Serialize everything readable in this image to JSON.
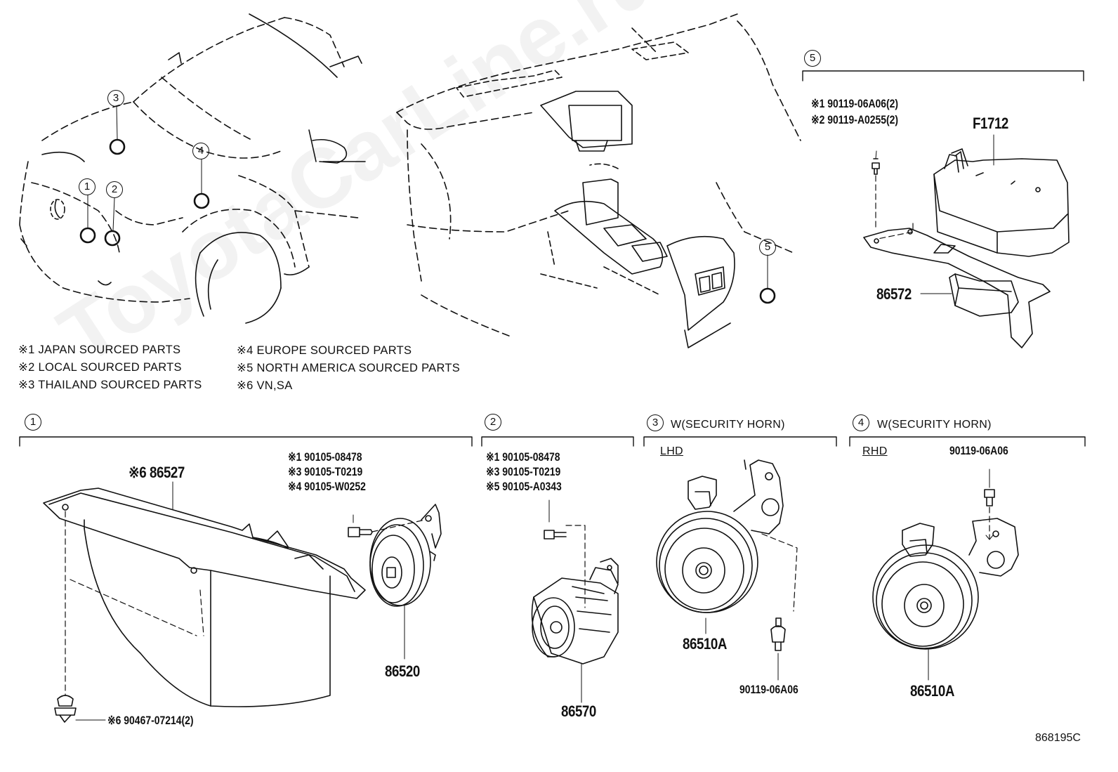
{
  "watermark": "ToyotaCarLine.ru",
  "legend": [
    "※1 JAPAN SOURCED PARTS",
    "※2 LOCAL SOURCED PARTS",
    "※3 THAILAND SOURCED PARTS",
    "※4 EUROPE SOURCED PARTS",
    "※5 NORTH AMERICA SOURCED PARTS",
    "※6 VN,SA"
  ],
  "location_markers": [
    "1",
    "2",
    "3",
    "4",
    "5"
  ],
  "section5": {
    "number": "5",
    "bolts": [
      "※1 90119-06A06(2)",
      "※2 90119-A0255(2)"
    ],
    "parts": [
      "F1712",
      "86572"
    ]
  },
  "section1": {
    "number": "1",
    "bracket": "※6 86527",
    "bolts": [
      "※1 90105-08478",
      "※3 90105-T0219",
      "※4 90105-W0252"
    ],
    "horn": "86520",
    "clip": "※6 90467-07214(2)"
  },
  "section2": {
    "number": "2",
    "bolts": [
      "※1 90105-08478",
      "※3 90105-T0219",
      "※5 90105-A0343"
    ],
    "part": "86570"
  },
  "section3": {
    "number": "3",
    "title": "W(SECURITY HORN)",
    "side": "LHD",
    "part": "86510A",
    "bolt": "90119-06A06"
  },
  "section4": {
    "number": "4",
    "title": "W(SECURITY HORN)",
    "side": "RHD",
    "bolt": "90119-06A06",
    "part": "86510A"
  },
  "diagram_code": "868195C"
}
